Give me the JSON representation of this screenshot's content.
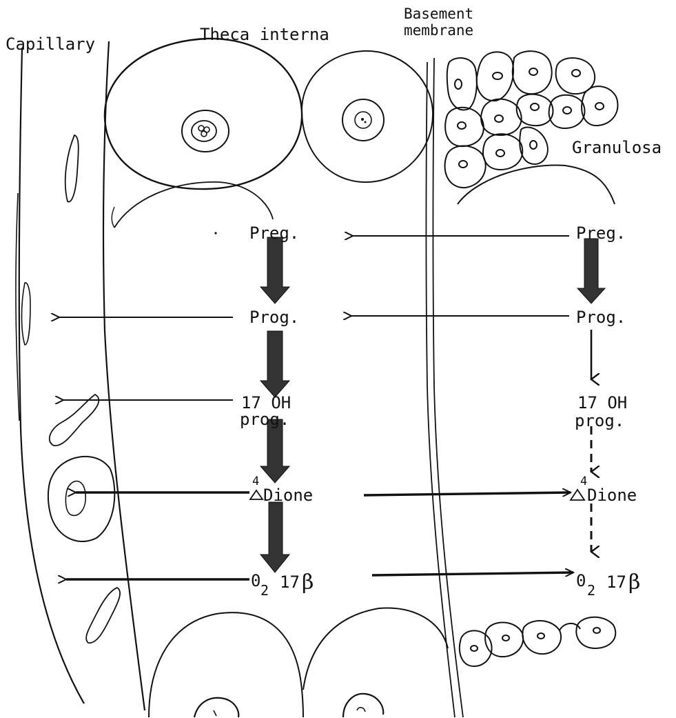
{
  "labels": {
    "capillary": "Capillary",
    "theca_interna": "Theca interna",
    "basement_line1": "Basement",
    "basement_line2": "membrane",
    "granulosa": "Granulosa"
  },
  "theca_steps": {
    "preg": "Preg.",
    "prog": "Prog.",
    "ohprog_line1": "17 OH",
    "ohprog_line2": "prog.",
    "dione_sup": "4",
    "dione": "Dione",
    "e2_main": "0",
    "e2_sub": "2",
    "e2_rest": "17",
    "e2_beta": "β"
  },
  "granulosa_steps": {
    "preg": "Preg.",
    "prog": "Prog.",
    "ohprog_line1": "17 OH",
    "ohprog_line2": "prog.",
    "dione_sup": "4",
    "dione": "Dione",
    "e2_main": "0",
    "e2_sub": "2",
    "e2_rest": "17",
    "e2_beta": "β"
  },
  "colors": {
    "ink": "#111111",
    "background": "#ffffff"
  }
}
